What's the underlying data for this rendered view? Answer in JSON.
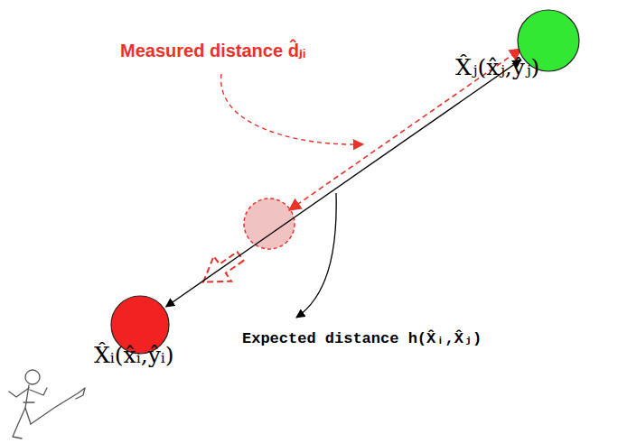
{
  "diagram": {
    "nodes": [
      {
        "text": [
          "X̂ⱼ(x̂ⱼ,ŷⱼ)"
        ]
      },
      {
        "text": [
          "X̂ᵢ(x̂ᵢ,ŷᵢ)"
        ]
      }
    ],
    "edges": [
      {
        "from": 1,
        "to": 0,
        "arrow": "both"
      }
    ],
    "labels": [
      "Measured distance d̂ⱼᵢ",
      "Expected distance h(X̂ᵢ,X̂ⱼ)"
    ]
  }
}
